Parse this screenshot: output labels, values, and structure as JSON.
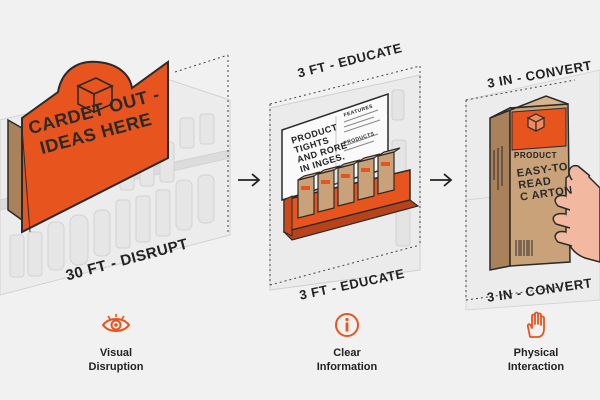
{
  "colors": {
    "accent": "#e8541e",
    "kraft": "#c9a27a",
    "kraft_dark": "#a9825c",
    "outline": "#2a2a2a",
    "shelf_ghost": "#d9d9d9",
    "panel": "#fafafa",
    "background": "#f1f1f1"
  },
  "stages": {
    "disrupt": {
      "sign_lines": [
        "CARDET OUT -",
        "IDEAS HERE"
      ],
      "distance_label": "30 FT - DISRUPT",
      "caption_lines": [
        "Visual",
        "Disruption"
      ],
      "icon": "eye-icon"
    },
    "educate": {
      "top_label": "3 FT - EDUCATE",
      "bottom_label": "3 FT - EDUCATE",
      "board_headline_lines": [
        "PRODUCT",
        "TIGHTS",
        "AND RORE",
        "IN INGES."
      ],
      "board_side_heading": "FEATURES",
      "board_side_heading_2": "PRODUCTS",
      "caption_lines": [
        "Clear",
        "Information"
      ],
      "icon": "info-icon"
    },
    "convert": {
      "top_label": "3 IN - CONVERT",
      "bottom_label": "3 IN - CONVERT",
      "carton_brand": "PRODUCT",
      "carton_lines": [
        "EASY-TO",
        "READ",
        "C ARTON"
      ],
      "caption_lines": [
        "Physical",
        "Interaction"
      ],
      "icon": "hand-icon"
    }
  }
}
